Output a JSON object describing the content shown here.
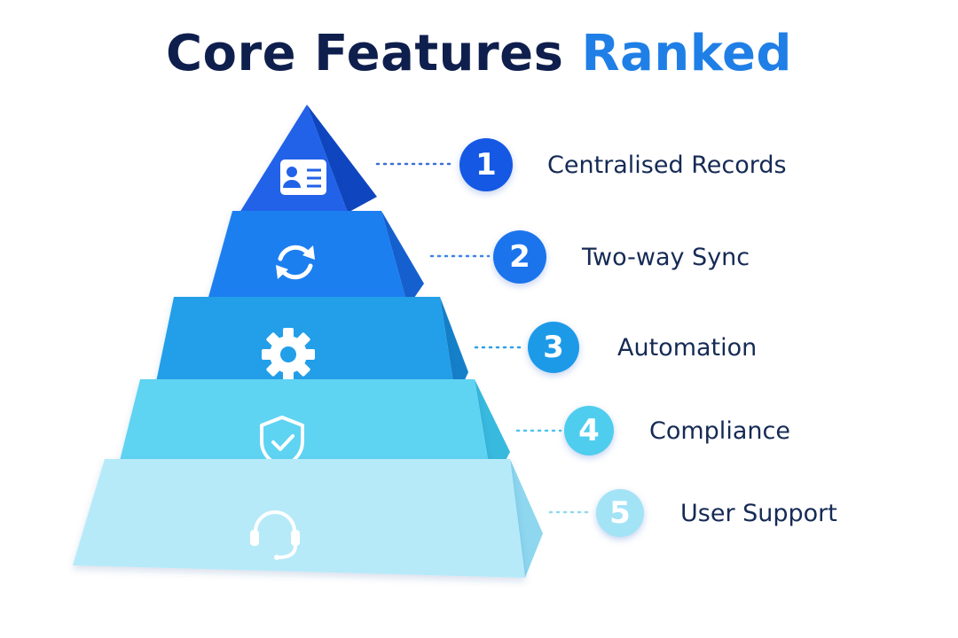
{
  "title": {
    "main": "Core Features",
    "accent": "Ranked"
  },
  "tiers": [
    {
      "rank": "1",
      "label": "Centralised Records",
      "icon": "id-card-icon",
      "front": "#2262e8",
      "side": "#0f45bf",
      "badge": "#1458e4"
    },
    {
      "rank": "2",
      "label": "Two-way Sync",
      "icon": "sync-icon",
      "front": "#1f7ff0",
      "side": "#1560cf",
      "badge": "#1b74ec"
    },
    {
      "rank": "3",
      "label": "Automation",
      "icon": "gear-icon",
      "front": "#219fe8",
      "side": "#1580c9",
      "badge": "#1c9ae8"
    },
    {
      "rank": "4",
      "label": "Compliance",
      "icon": "shield-check-icon",
      "front": "#5fd3f2",
      "side": "#38bade",
      "badge": "#4fcdee"
    },
    {
      "rank": "5",
      "label": "User Support",
      "icon": "headset-icon",
      "front": "#b6eaf9",
      "side": "#8ed7ef",
      "badge": "#a3e3f6"
    }
  ]
}
